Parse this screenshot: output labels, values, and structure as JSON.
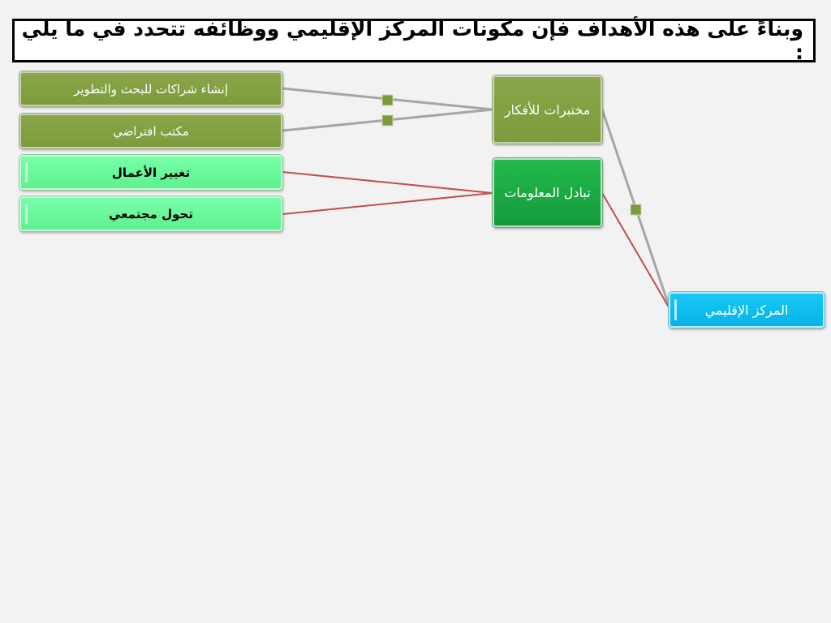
{
  "title": "وبناءً على هذه الأهداف فإن مكونات المركز الإقليمي ووظائفه تتحدد في ما يلي :",
  "nodes": {
    "partnerships": "إنشاء شراكات للبحث والتطوير",
    "virtual_office": "مكتب افتراضي",
    "business_change": "تغيير الأعمال",
    "social_transformation": "تحول مجتمعي",
    "idea_labs": "مختبرات للأفكار",
    "info_exchange": "تبادل المعلومات",
    "regional_center": "المركز الإقليمي"
  },
  "colors": {
    "olive": "#7d9a3c",
    "mint": "#6cf89c",
    "green": "#1aa844",
    "cyan": "#10bdee",
    "connector_gray": "#a6a6a6",
    "connector_red": "#c0504d",
    "marker": "#7d9a3c"
  }
}
